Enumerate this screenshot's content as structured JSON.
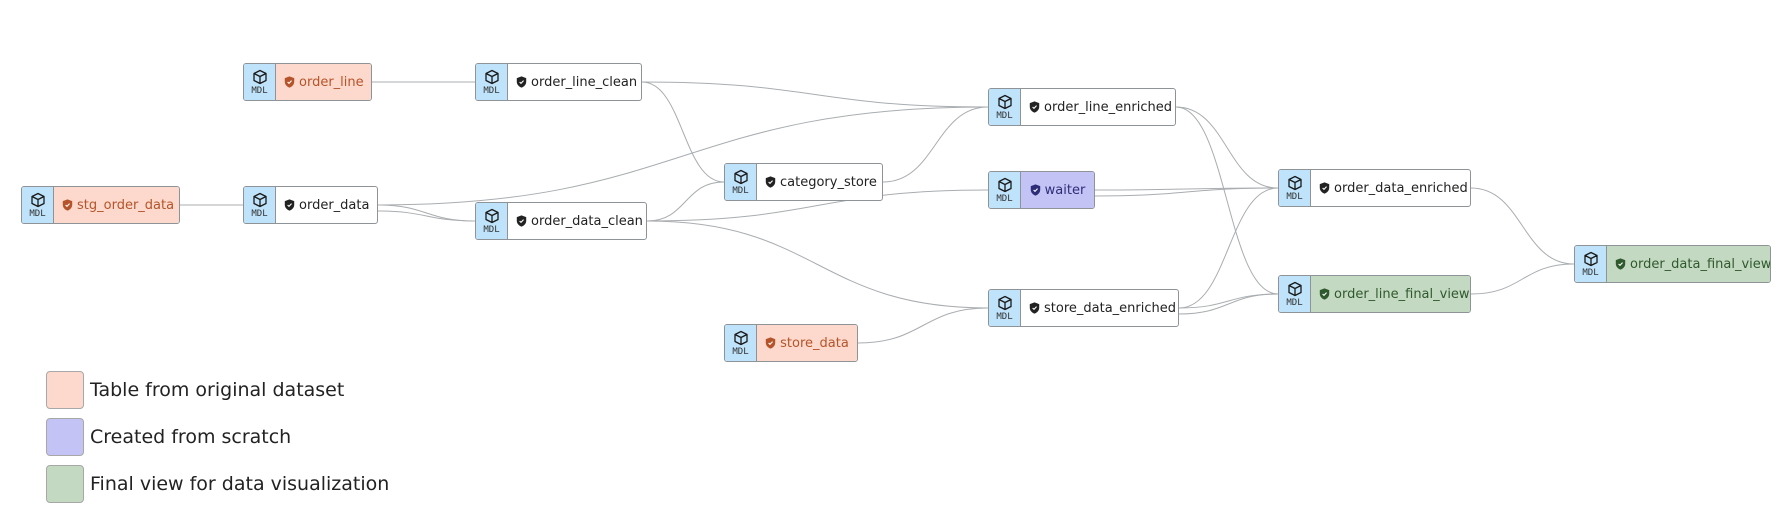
{
  "badge_label": "MDL",
  "nodes": {
    "order_line": {
      "label": "order_line",
      "kind": "source",
      "badge_icon": "cube-icon",
      "shield_icon": "shield-icon"
    },
    "stg_order_data": {
      "label": "stg_order_data",
      "kind": "source",
      "badge_icon": "cube-icon",
      "shield_icon": "shield-icon"
    },
    "order_data": {
      "label": "order_data",
      "kind": "plain",
      "badge_icon": "cube-icon",
      "shield_icon": "shield-icon"
    },
    "order_line_clean": {
      "label": "order_line_clean",
      "kind": "plain",
      "badge_icon": "cube-icon",
      "shield_icon": "shield-icon"
    },
    "order_data_clean": {
      "label": "order_data_clean",
      "kind": "plain",
      "badge_icon": "cube-icon",
      "shield_icon": "shield-icon"
    },
    "category_store": {
      "label": "category_store",
      "kind": "plain",
      "badge_icon": "cube-icon",
      "shield_icon": "shield-icon"
    },
    "store_data": {
      "label": "store_data",
      "kind": "source",
      "badge_icon": "cube-icon",
      "shield_icon": "shield-icon"
    },
    "order_line_enriched": {
      "label": "order_line_enriched",
      "kind": "plain",
      "badge_icon": "cube-icon",
      "shield_icon": "shield-icon"
    },
    "waiter": {
      "label": "waiter",
      "kind": "scratch",
      "badge_icon": "cube-icon",
      "shield_icon": "shield-icon"
    },
    "store_data_enriched": {
      "label": "store_data_enriched",
      "kind": "plain",
      "badge_icon": "cube-icon",
      "shield_icon": "shield-icon"
    },
    "order_data_enriched": {
      "label": "order_data_enriched",
      "kind": "plain",
      "badge_icon": "cube-icon",
      "shield_icon": "shield-icon"
    },
    "order_line_final_view": {
      "label": "order_line_final_view",
      "kind": "final",
      "badge_icon": "cube-icon",
      "shield_icon": "shield-icon"
    },
    "order_data_final_view": {
      "label": "order_data_final_view",
      "kind": "final",
      "badge_icon": "cube-icon",
      "shield_icon": "shield-icon"
    }
  },
  "edges": [
    [
      "order_line",
      "order_line_clean"
    ],
    [
      "stg_order_data",
      "order_data"
    ],
    [
      "order_data",
      "order_data_clean"
    ],
    [
      "order_data",
      "order_data_clean"
    ],
    [
      "order_data",
      "order_line_enriched"
    ],
    [
      "order_line_clean",
      "category_store"
    ],
    [
      "order_line_clean",
      "order_line_enriched"
    ],
    [
      "order_data_clean",
      "category_store"
    ],
    [
      "order_data_clean",
      "waiter"
    ],
    [
      "order_data_clean",
      "store_data_enriched"
    ],
    [
      "category_store",
      "order_line_enriched"
    ],
    [
      "store_data",
      "store_data_enriched"
    ],
    [
      "order_line_enriched",
      "order_data_enriched"
    ],
    [
      "order_line_enriched",
      "order_line_final_view"
    ],
    [
      "waiter",
      "order_data_enriched"
    ],
    [
      "waiter",
      "order_data_enriched"
    ],
    [
      "store_data_enriched",
      "order_data_enriched"
    ],
    [
      "store_data_enriched",
      "order_line_final_view"
    ],
    [
      "store_data_enriched",
      "order_line_final_view"
    ],
    [
      "order_data_enriched",
      "order_data_final_view"
    ],
    [
      "order_line_final_view",
      "order_data_final_view"
    ]
  ],
  "legend": [
    {
      "label": "Table from original dataset",
      "color": "#fcd9cc"
    },
    {
      "label": "Created from scratch",
      "color": "#c3c3f5"
    },
    {
      "label": "Final view for data visualization",
      "color": "#c4d9c2"
    }
  ],
  "colors": {
    "source": "#fcd9cc",
    "scratch": "#c3c3f5",
    "final": "#c4d9c2",
    "plain": "#ffffff",
    "badge": "#bfe3fa",
    "edge": "#a9adb0"
  }
}
